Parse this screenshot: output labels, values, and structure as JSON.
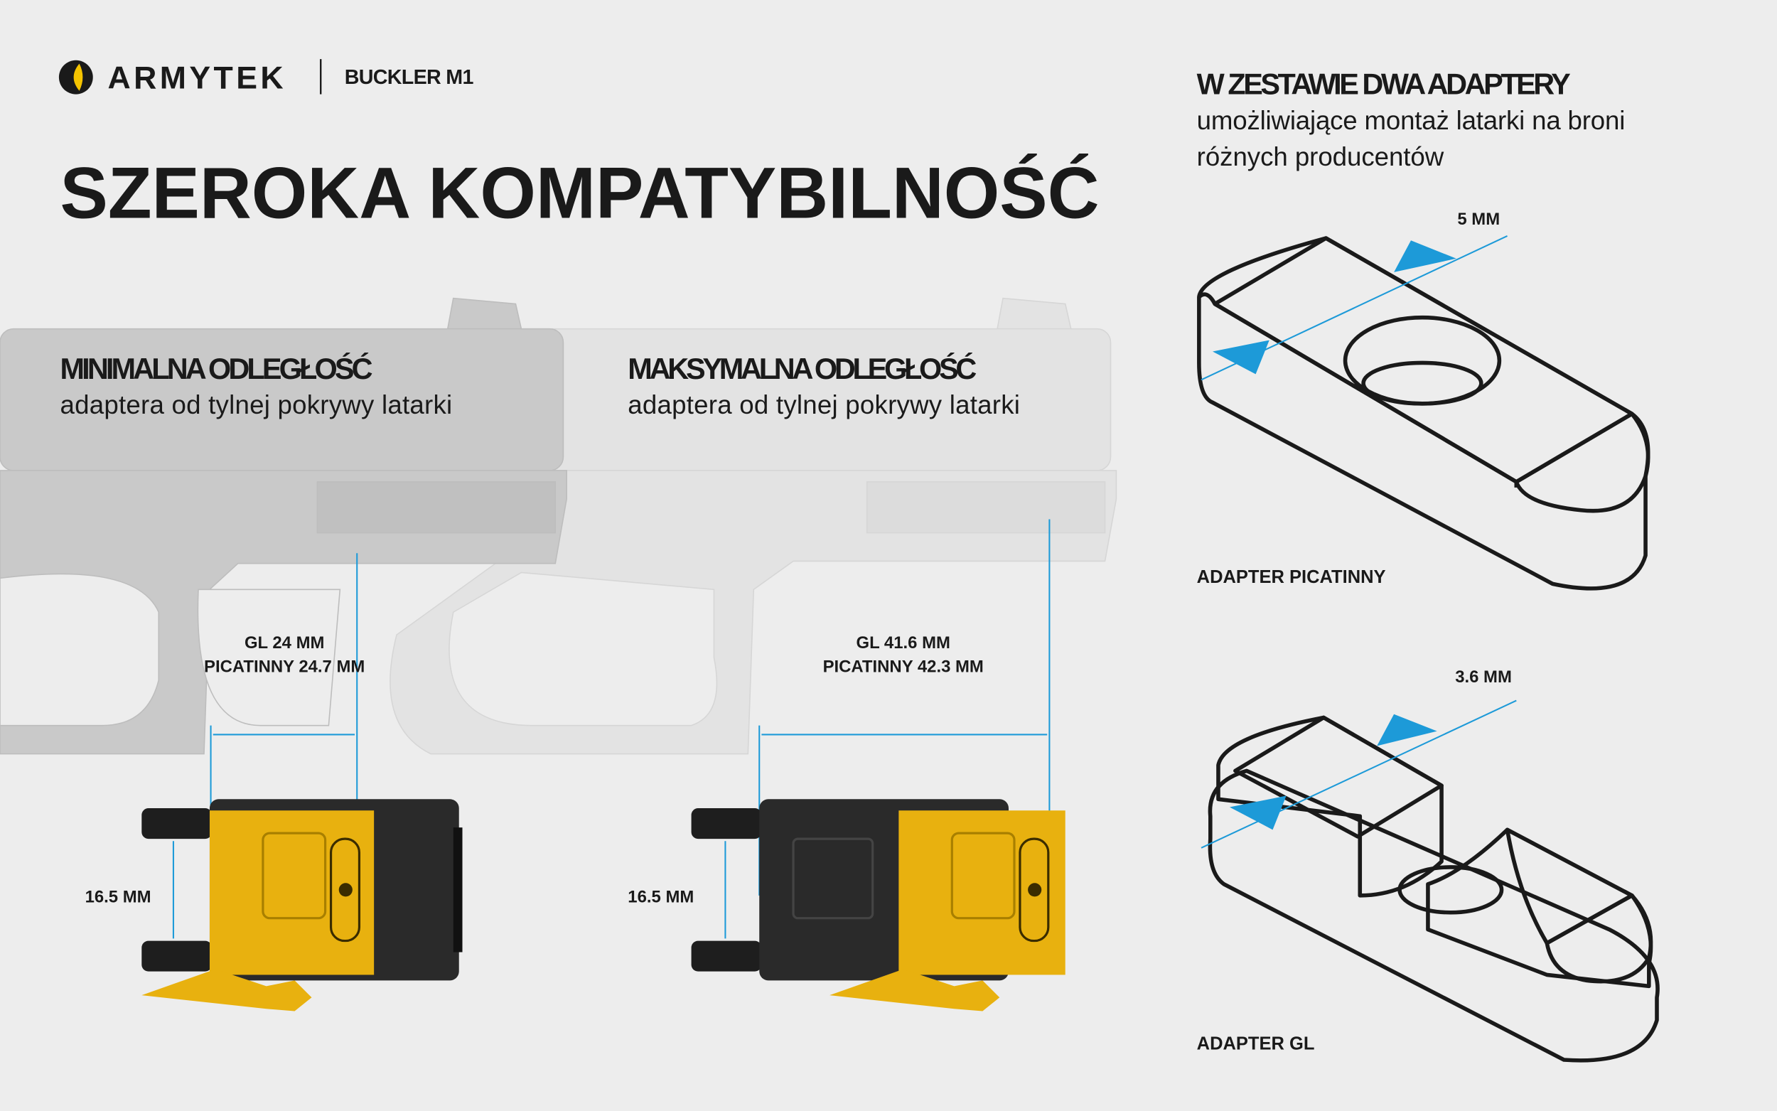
{
  "brand": {
    "name": "ARMYTEK",
    "product": "BUCKLER M1",
    "logo_icon": "armytek-logo-icon"
  },
  "title": "SZEROKA KOMPATYBILNOŚĆ",
  "colors": {
    "background": "#ededed",
    "accent_yellow": "#e8b10f",
    "dimension_blue": "#1d9ad8",
    "text": "#1a1a1a"
  },
  "min_panel": {
    "heading": "MINIMALNA ODLEGŁOŚĆ",
    "subheading": "adaptera od tylnej pokrywy latarki",
    "dim_gl": "GL 24 MM",
    "dim_picatinny": "PICATINNY 24.7 MM",
    "height": "16.5 MM"
  },
  "max_panel": {
    "heading": "MAKSYMALNA ODLEGŁOŚĆ",
    "subheading": "adaptera od tylnej pokrywy latarki",
    "dim_gl": "GL 41.6 MM",
    "dim_picatinny": "PICATINNY 42.3 MM",
    "height": "16.5 MM"
  },
  "adapters": {
    "heading": "W ZESTAWIE DWA ADAPTERY",
    "sub_line1": "umożliwiające montaż latarki na broni",
    "sub_line2": "różnych producentów",
    "picatinny": {
      "label": "ADAPTER PICATINNY",
      "thickness": "5 MM"
    },
    "gl": {
      "label": "ADAPTER GL",
      "thickness": "3.6 MM"
    }
  }
}
